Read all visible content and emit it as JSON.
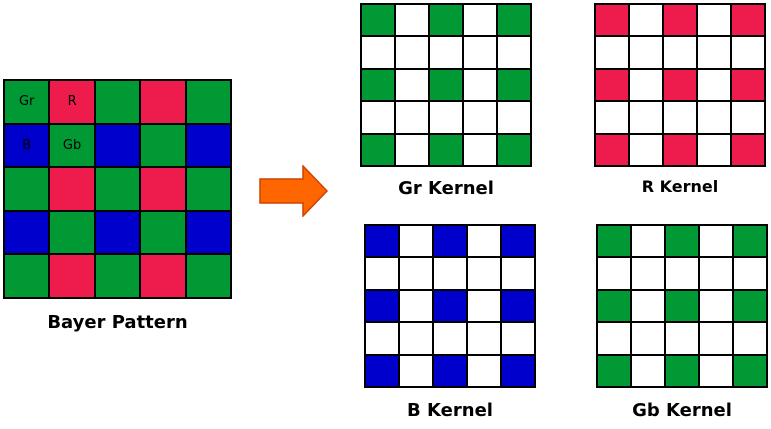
{
  "colors": {
    "green": "#009933",
    "red": "#ee1c4c",
    "blue": "#0000cc",
    "white": "#ffffff",
    "arrow": "#ff6600"
  },
  "bayer": {
    "caption": "Bayer Pattern",
    "rows": [
      [
        "green",
        "red",
        "green",
        "red",
        "green"
      ],
      [
        "blue",
        "green",
        "blue",
        "green",
        "blue"
      ],
      [
        "green",
        "red",
        "green",
        "red",
        "green"
      ],
      [
        "blue",
        "green",
        "blue",
        "green",
        "blue"
      ],
      [
        "green",
        "red",
        "green",
        "red",
        "green"
      ]
    ],
    "labels": [
      [
        "Gr",
        "R",
        "",
        "",
        ""
      ],
      [
        "B",
        "Gb",
        "",
        "",
        ""
      ],
      [
        "",
        "",
        "",
        "",
        ""
      ],
      [
        "",
        "",
        "",
        "",
        ""
      ],
      [
        "",
        "",
        "",
        "",
        ""
      ]
    ]
  },
  "kernels": {
    "gr": {
      "caption": "Gr Kernel",
      "color": "green",
      "rows": [
        [
          1,
          0,
          1,
          0,
          1
        ],
        [
          0,
          0,
          0,
          0,
          0
        ],
        [
          1,
          0,
          1,
          0,
          1
        ],
        [
          0,
          0,
          0,
          0,
          0
        ],
        [
          1,
          0,
          1,
          0,
          1
        ]
      ]
    },
    "r": {
      "caption": "R Kernel",
      "color": "red",
      "rows": [
        [
          1,
          0,
          1,
          0,
          1
        ],
        [
          0,
          0,
          0,
          0,
          0
        ],
        [
          1,
          0,
          1,
          0,
          1
        ],
        [
          0,
          0,
          0,
          0,
          0
        ],
        [
          1,
          0,
          1,
          0,
          1
        ]
      ]
    },
    "b": {
      "caption": "B Kernel",
      "color": "blue",
      "rows": [
        [
          1,
          0,
          1,
          0,
          1
        ],
        [
          0,
          0,
          0,
          0,
          0
        ],
        [
          1,
          0,
          1,
          0,
          1
        ],
        [
          0,
          0,
          0,
          0,
          0
        ],
        [
          1,
          0,
          1,
          0,
          1
        ]
      ]
    },
    "gb": {
      "caption": "Gb Kernel",
      "color": "green",
      "rows": [
        [
          1,
          0,
          1,
          0,
          1
        ],
        [
          0,
          0,
          0,
          0,
          0
        ],
        [
          1,
          0,
          1,
          0,
          1
        ],
        [
          0,
          0,
          0,
          0,
          0
        ],
        [
          1,
          0,
          1,
          0,
          1
        ]
      ]
    }
  }
}
